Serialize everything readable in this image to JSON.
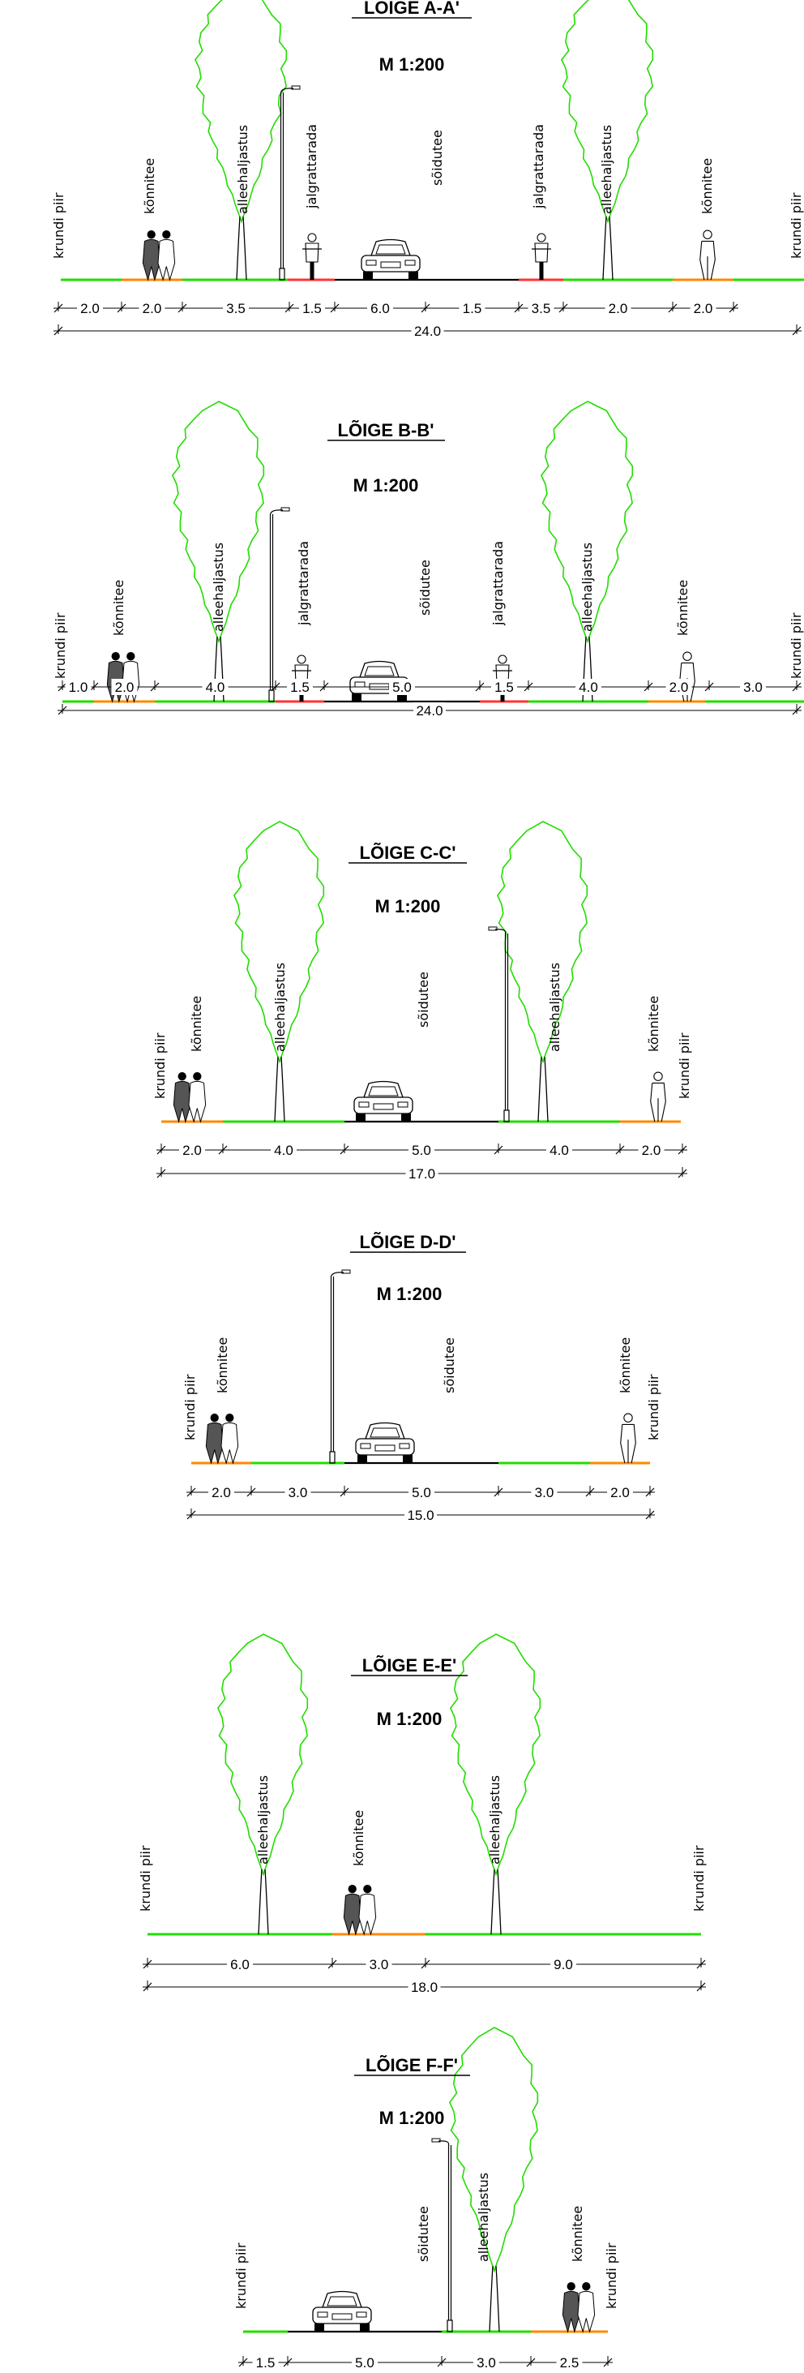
{
  "sections": [
    {
      "title": "LÕIGE A-A'",
      "scale": "M 1:200",
      "labels": [
        "krundi piir",
        "kõnnitee",
        "alleehaljastus",
        "jalgrattarada",
        "sõidutee",
        "jalgrattarada",
        "alleehaljastus",
        "kõnnitee",
        "krundi piir"
      ],
      "dims": [
        "2.0",
        "2.0",
        "3.5",
        "1.5",
        "6.0",
        "1.5",
        "3.5",
        "2.0",
        "2.0"
      ],
      "total": "24.0"
    },
    {
      "title": "LÕIGE B-B'",
      "scale": "M 1:200",
      "labels": [
        "krundi piir",
        "kõnnitee",
        "alleehaljastus",
        "jalgrattarada",
        "sõidutee",
        "jalgrattarada",
        "alleehaljastus",
        "kõnnitee",
        "krundi piir"
      ],
      "dims": [
        "1.0",
        "2.0",
        "4.0",
        "1.5",
        "5.0",
        "1.5",
        "4.0",
        "2.0",
        "3.0"
      ],
      "total": "24.0"
    },
    {
      "title": "LÕIGE C-C'",
      "scale": "M 1:200",
      "labels": [
        "krundi piir",
        "kõnnitee",
        "alleehaljastus",
        "sõidutee",
        "alleehaljastus",
        "kõnnitee",
        "krundi piir"
      ],
      "dims": [
        "2.0",
        "4.0",
        "5.0",
        "4.0",
        "2.0"
      ],
      "total": "17.0"
    },
    {
      "title": "LÕIGE D-D'",
      "scale": "M 1:200",
      "labels": [
        "krundi piir",
        "kõnnitee",
        "sõidutee",
        "kõnnitee",
        "krundi piir"
      ],
      "dims": [
        "2.0",
        "3.0",
        "5.0",
        "3.0",
        "2.0"
      ],
      "total": "15.0"
    },
    {
      "title": "LÕIGE E-E'",
      "scale": "M 1:200",
      "labels": [
        "krundi piir",
        "alleehaljastus",
        "kõnnitee",
        "alleehaljastus",
        "krundi piir"
      ],
      "dims": [
        "6.0",
        "3.0",
        "9.0"
      ],
      "total": "18.0"
    },
    {
      "title": "LÕIGE F-F'",
      "scale": "M 1:200",
      "labels": [
        "krundi piir",
        "sõidutee",
        "alleehaljastus",
        "kõnnitee",
        "krundi piir"
      ],
      "dims": [
        "1.5",
        "5.0",
        "3.0",
        "2.5"
      ],
      "total": ""
    }
  ],
  "colors": {
    "line": "#000000",
    "tree": "#22dd00",
    "grass": "#22dd00",
    "sidewalk": "#ff8800",
    "bikelane": "#ff3333",
    "road": "#000000"
  },
  "icons": [
    "tree-icon",
    "lamp-post-icon",
    "car-icon",
    "cyclist-icon",
    "pedestrian-icon",
    "pedestrian-pair-icon"
  ]
}
